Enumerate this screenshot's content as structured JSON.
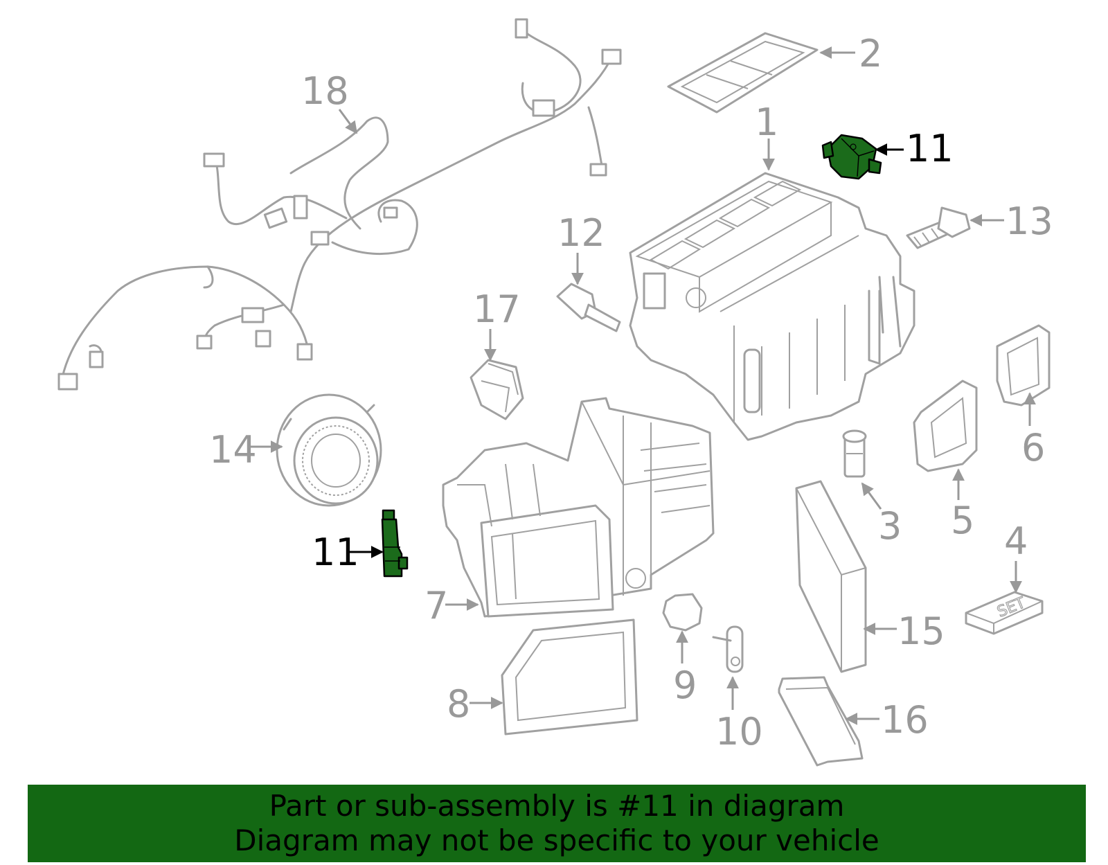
{
  "diagram": {
    "callouts": {
      "c1": "1",
      "c2": "2",
      "c3": "3",
      "c4": "4",
      "c5": "5",
      "c6": "6",
      "c7": "7",
      "c8": "8",
      "c9": "9",
      "c10": "10",
      "c11a": "11",
      "c11b": "11",
      "c12": "12",
      "c13": "13",
      "c14": "14",
      "c15": "15",
      "c16": "16",
      "c17": "17",
      "c18": "18"
    },
    "set_label": "SET",
    "highlight_color": "#1b6b1b",
    "line_color": "#a0a0a0"
  },
  "banner": {
    "line1": "Part or sub-assembly is #11 in diagram",
    "line2": "Diagram may not be specific to your vehicle",
    "color": "#136813"
  }
}
